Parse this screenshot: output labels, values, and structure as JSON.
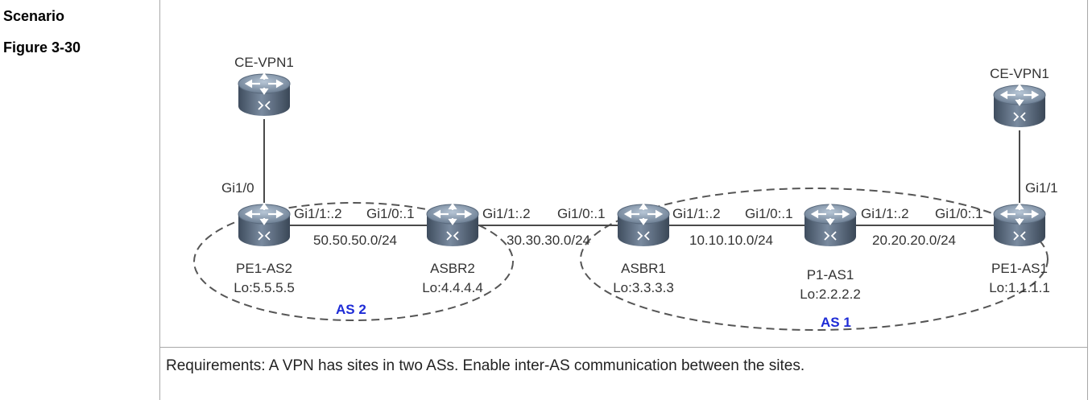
{
  "heading": {
    "scenario": "Scenario",
    "figure": "Figure 3-30"
  },
  "requirements": "Requirements: A VPN has sites in two ASs. Enable inter-AS communication between the sites.",
  "devices": {
    "ce_left": {
      "name": "CE-VPN1"
    },
    "ce_right": {
      "name": "CE-VPN1"
    },
    "pe1_as2": {
      "name": "PE1-AS2",
      "loopback": "Lo:5.5.5.5"
    },
    "asbr2": {
      "name": "ASBR2",
      "loopback": "Lo:4.4.4.4"
    },
    "asbr1": {
      "name": "ASBR1",
      "loopback": "Lo:3.3.3.3"
    },
    "p1_as1": {
      "name": "P1-AS1",
      "loopback": "Lo:2.2.2.2"
    },
    "pe1_as1": {
      "name": "PE1-AS1",
      "loopback": "Lo:1.1.1.1"
    }
  },
  "interfaces": {
    "pe1_as2_gi10": "Gi1/0",
    "pe1_as2_gi11": "Gi1/1:.2",
    "asbr2_gi10": "Gi1/0:.1",
    "asbr2_gi11": "Gi1/1:.2",
    "asbr1_gi10": "Gi1/0:.1",
    "asbr1_gi11": "Gi1/1:.2",
    "p1_gi10": "Gi1/0:.1",
    "p1_gi11": "Gi1/1:.2",
    "pe1_as1_gi10": "Gi1/0:.1",
    "pe1_as1_gi11": "Gi1/1"
  },
  "subnets": {
    "s50": "50.50.50.0/24",
    "s30": "30.30.30.0/24",
    "s10": "10.10.10.0/24",
    "s20": "20.20.20.0/24"
  },
  "as_labels": {
    "as2": "AS 2",
    "as1": "AS 1"
  },
  "colors": {
    "as_label": "#1d2bd6",
    "router_body": "#5d6d80",
    "router_top": "#8a9cb0",
    "link": "#4a4a4a"
  }
}
